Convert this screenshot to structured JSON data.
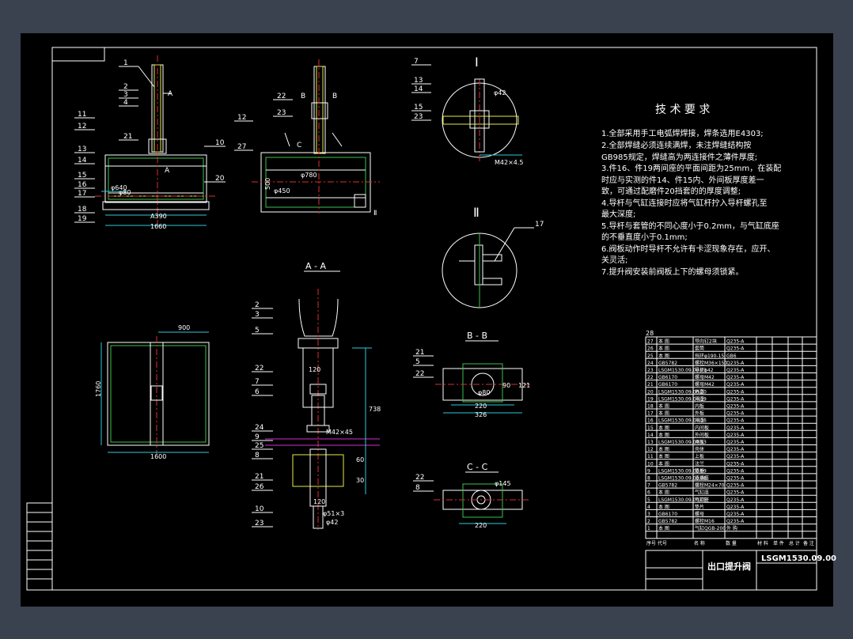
{
  "colors": {
    "background": "#3a4250",
    "sheet": "#000000",
    "line": "#ffffff",
    "hatch": "#e8e84a",
    "weld": "#3ec04a",
    "center": "#d83030",
    "dimension": "#30c8d8",
    "accent": "#d030d0"
  },
  "views": {
    "section_aa": "A - A",
    "section_bb": "B - B",
    "section_cc": "C - C",
    "detail_1": "Ⅰ",
    "detail_2": "Ⅱ"
  },
  "tech": {
    "title": "技 术 要 求",
    "lines": [
      "1.全部采用手工电弧焊焊接，焊条选用E4303;",
      "2.全部焊缝必须连续满焊，未注焊缝结构按",
      "  GB985规定，焊缝高为两连接件之薄件厚度;",
      "3.件16、件19两间座的平面间距为25mm，在装配",
      "  时应与实测的件14、件15内、外间板厚度差一",
      "  致，可通过配磨件20挡套的的厚度调整;",
      "4.导杆与气缸连接时应将气缸杆拧入导杆螺孔至",
      "  最大深度;",
      "5.导杆与套管的不同心度小于0.2mm，与气缸底座",
      "  的不垂直度小于0.1mm;",
      "6.阀板动作时导杆不允许有卡涩现象存在，应开、",
      "  关灵活;",
      "7.提升阀安装前阀板上下的螺母须锁紧。"
    ]
  },
  "dims": {
    "front_width": "A390",
    "front_width2": "1660",
    "front_phi": "φ640",
    "front_phi2": "φ80",
    "side_500": "500",
    "side_phi450": "φ450",
    "side_phi780": "φ780",
    "plan_900": "900",
    "plan_1760": "1760",
    "plan_1600": "1600",
    "aa_120": "120",
    "aa_738": "738",
    "aa_m42": "M42×45",
    "aa_60": "60",
    "aa_30": "30",
    "aa_phi51": "φ51×3",
    "aa_phi42": "φ42",
    "aa_120b": "120",
    "d1_phi42": "φ42",
    "d1_m42": "M42×4.5",
    "bb_220": "220",
    "bb_326": "326",
    "bb_phi80": "φ80",
    "bb_90": "90",
    "bb_121": "121",
    "cc_220": "220",
    "cc_phi": "φ145"
  },
  "balloons": {
    "front": [
      "1",
      "2",
      "3",
      "4",
      "11",
      "12",
      "21",
      "13",
      "14",
      "15",
      "16",
      "17",
      "18",
      "19",
      "10",
      "20"
    ],
    "side": [
      "22",
      "23",
      "12",
      "27"
    ],
    "aa": [
      "2",
      "3",
      "5",
      "22",
      "7",
      "6",
      "24",
      "9",
      "25",
      "8",
      "21",
      "26",
      "10",
      "23"
    ],
    "d1": [
      "7",
      "13",
      "14",
      "15",
      "23"
    ],
    "d2": [
      "17"
    ],
    "bb": [
      "21",
      "5",
      "22"
    ],
    "cc": [
      "22",
      "8"
    ]
  },
  "letters": {
    "a": "A",
    "b": "B",
    "c": "C",
    "two": "Ⅱ"
  },
  "bom": {
    "top_label": "28",
    "rows": [
      [
        "27",
        "本 图",
        "导向钉2块",
        "Q235-A"
      ],
      [
        "26",
        "本 图",
        "套筒",
        "Q235-A"
      ],
      [
        "25",
        "本 图",
        "挡环φ190-15",
        "GB6"
      ],
      [
        "24",
        "GB5782",
        "螺栓M36×150",
        "Q235-A"
      ],
      [
        "23",
        "LSGM1530.09.00.23",
        "导杆φ42",
        "Q235-A"
      ],
      [
        "22",
        "GB6170",
        "螺母M42",
        "Q235-A"
      ],
      [
        "21",
        "GB6170",
        "螺母M42",
        "Q235-A"
      ],
      [
        "20",
        "LSGM1530.09.00.20",
        "挡套",
        "Q235-A"
      ],
      [
        "19",
        "LSGM1530.09.00.19",
        "间座",
        "Q235-A"
      ],
      [
        "18",
        "本 图",
        "内板",
        "Q235-A"
      ],
      [
        "17",
        "本 图",
        "外板",
        "Q235-A"
      ],
      [
        "16",
        "LSGM1530.09.00.16",
        "间座",
        "Q235-A"
      ],
      [
        "15",
        "本 图",
        "内间板",
        "Q235-A"
      ],
      [
        "14",
        "本 图",
        "外间板",
        "Q235-A"
      ],
      [
        "13",
        "LSGM1530.09.00.13",
        "阀板",
        "Q235-A"
      ],
      [
        "12",
        "本 图",
        "壳体",
        "Q235-A"
      ],
      [
        "11",
        "本 图",
        "上板",
        "Q235-A"
      ],
      [
        "10",
        "本 图",
        "法兰",
        "Q235-A"
      ],
      [
        "9",
        "LSGM1530.09.00.09",
        "垫板",
        "Q235-A"
      ],
      [
        "8",
        "LSGM1530.09.00.08",
        "连接座",
        "Q235-A"
      ],
      [
        "7",
        "GB5782",
        "螺栓M24×70",
        "Q235-A"
      ],
      [
        "6",
        "本 图",
        "气缸座",
        "Q235-A"
      ],
      [
        "5",
        "LSGM1530.09.00.05",
        "气缸座",
        "Q235-A"
      ],
      [
        "4",
        "本 图",
        "垫片",
        "Q235-A"
      ],
      [
        "3",
        "GB6170",
        "螺母",
        "Q235-A"
      ],
      [
        "2",
        "GB5782",
        "螺栓M16",
        "Q235-A"
      ],
      [
        "1",
        "本 图",
        "气缸QGB-200",
        "外 购"
      ]
    ],
    "header": [
      "序号",
      "代号",
      "名 称",
      "数 量",
      "材 料",
      "单 件",
      "总 计",
      "备 注"
    ]
  },
  "title_block": {
    "name": "出口提升阀",
    "code": "LSGM1530.09.00"
  }
}
